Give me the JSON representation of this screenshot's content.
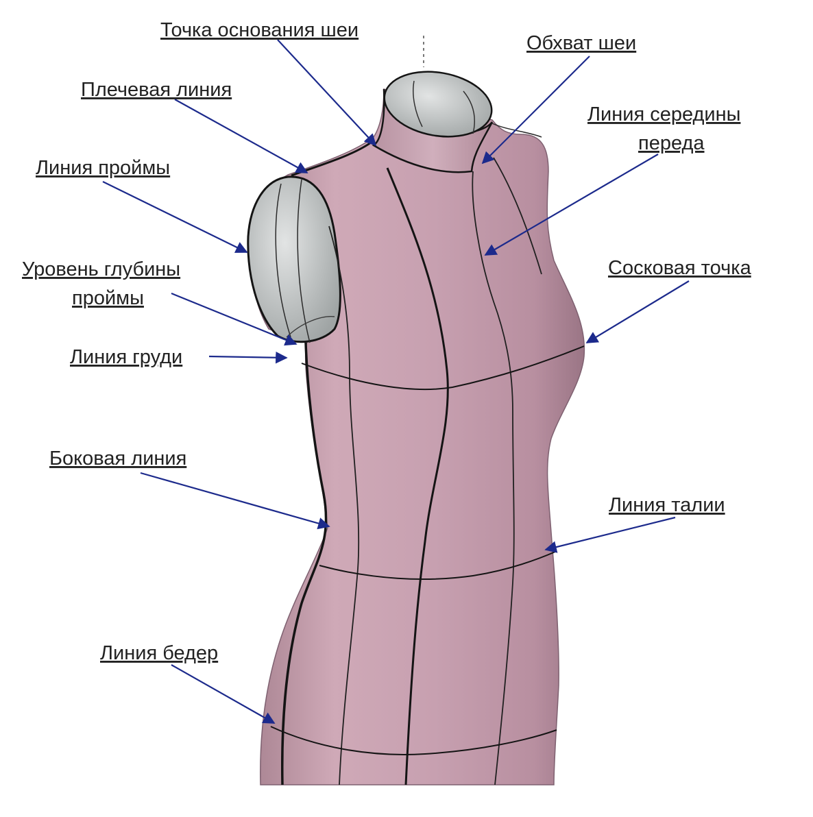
{
  "labels": {
    "neck_base_point": "Точка основания шеи",
    "neck_girth": "Обхват шеи",
    "shoulder_line": "Плечевая линия",
    "front_center_line": [
      "Линия середины",
      "переда"
    ],
    "armhole_line": "Линия проймы",
    "nipple_point": "Сосковая точка",
    "armhole_depth_level": [
      "Уровень глубины",
      "проймы"
    ],
    "bust_line": "Линия груди",
    "side_line": "Боковая линия",
    "waist_line": "Линия талии",
    "hip_line": "Линия бедер"
  },
  "colors": {
    "body": "#c9a8b4",
    "body_shadow": "#9c7a88",
    "inner": "#b4b8b8",
    "line": "#141414",
    "arrow": "#1c2a8c",
    "text": "#222222"
  }
}
